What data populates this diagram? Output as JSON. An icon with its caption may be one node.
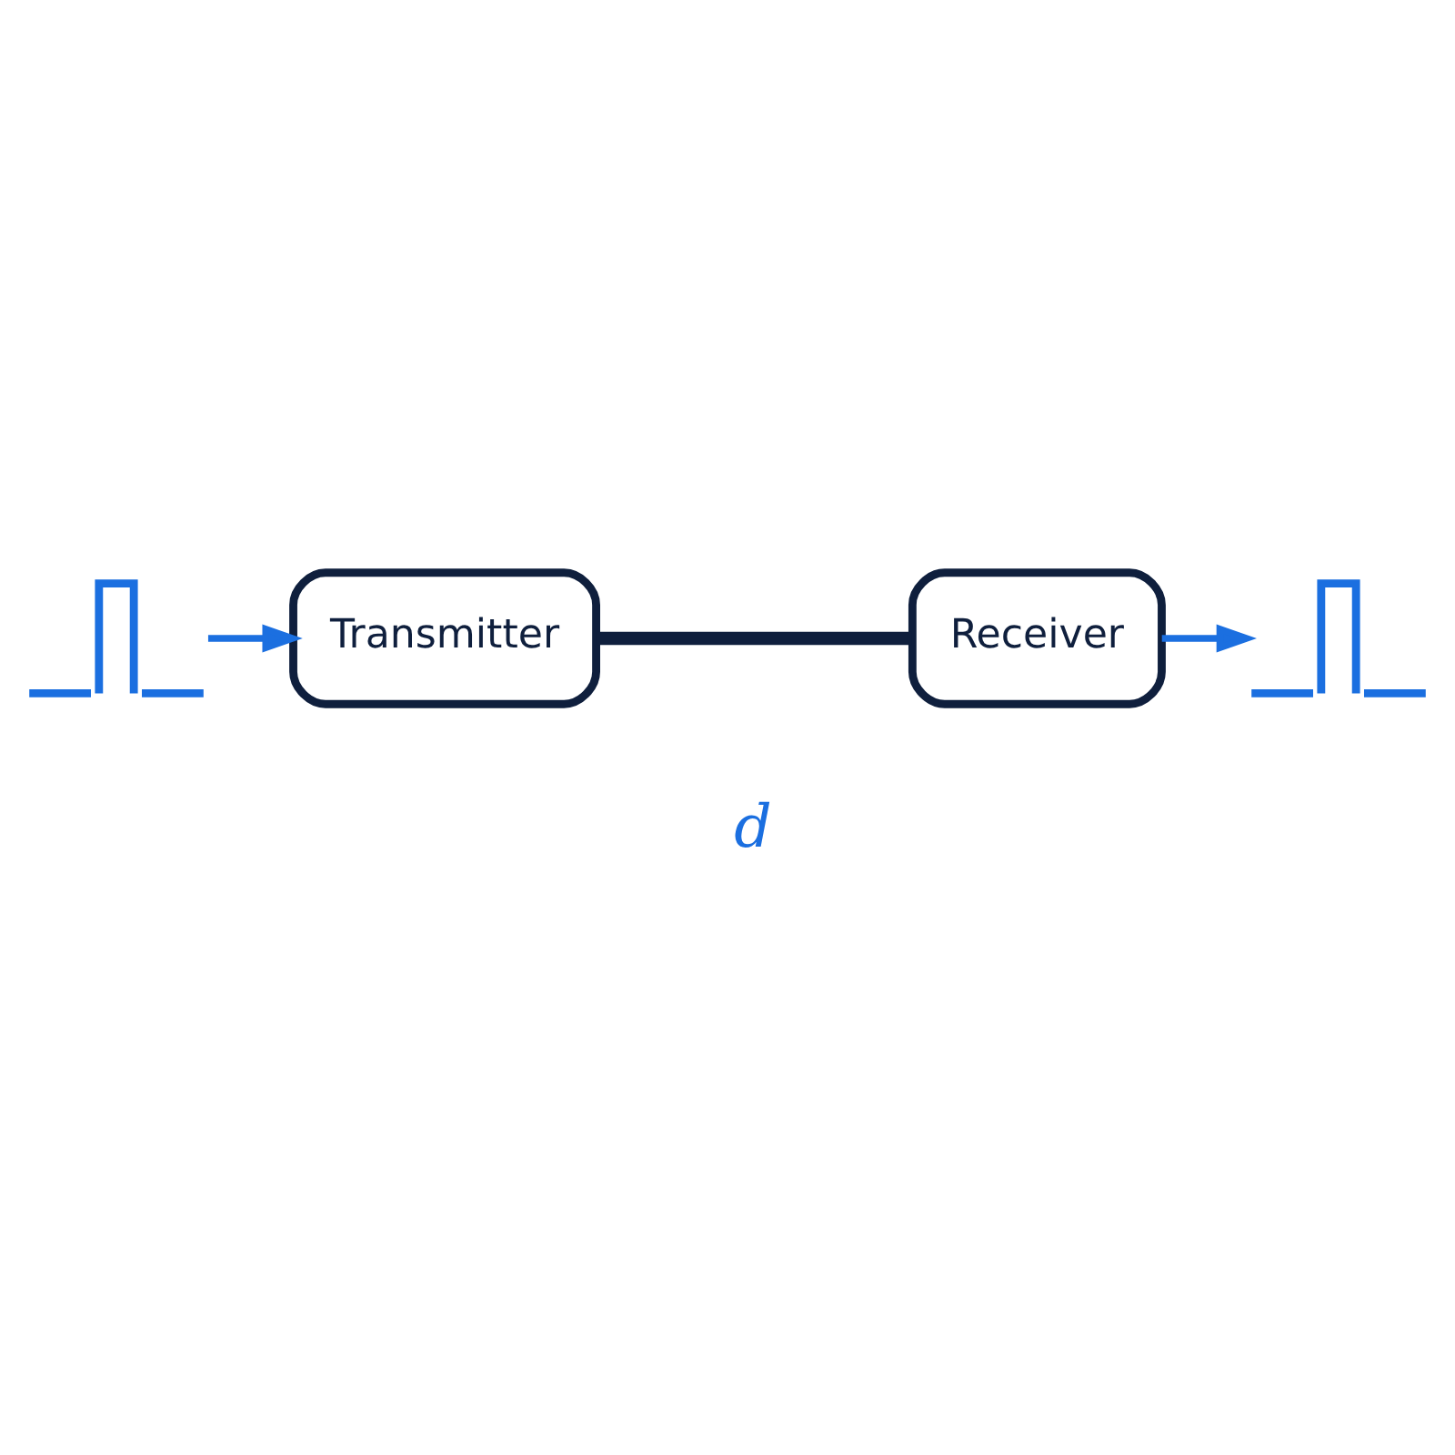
{
  "diagram": {
    "nodes": [
      {
        "text": [],
        "shape": "pulse"
      },
      {
        "text": [
          "Transmitter"
        ]
      },
      {
        "text": [
          "Receiver"
        ]
      },
      {
        "text": [],
        "shape": "pulse"
      }
    ],
    "edges": [
      {
        "from": 0,
        "to": 1,
        "arrow": "to"
      },
      {
        "from": 1,
        "to": 2,
        "arrow": "none",
        "style": "thick",
        "color": "#0f1f3d"
      },
      {
        "from": 2,
        "to": 3,
        "arrow": "to"
      }
    ],
    "labels": [
      "d"
    ]
  }
}
